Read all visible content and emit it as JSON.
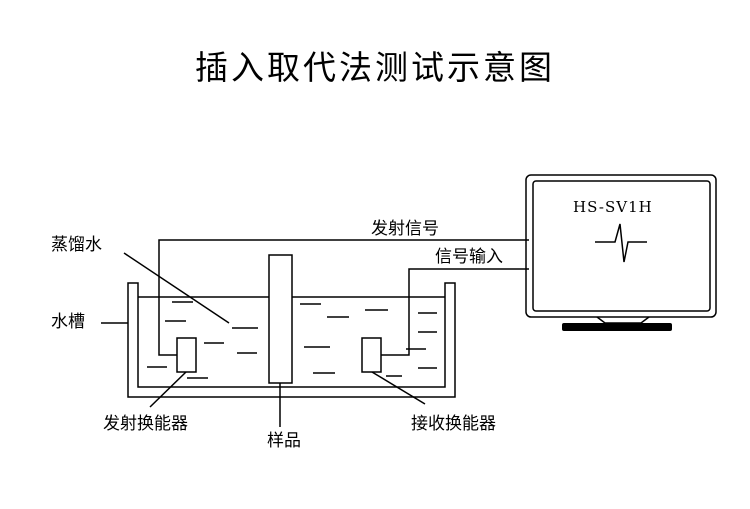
{
  "diagram": {
    "title": "插入取代法测试示意图",
    "labels": {
      "distilled_water": "蒸馏水",
      "water_tank": "水槽",
      "transmit_transducer": "发射换能器",
      "sample": "样品",
      "receive_transducer": "接收换能器",
      "transmit_signal": "发射信号",
      "signal_input": "信号输入"
    },
    "monitor": {
      "model": "HS-SV1H",
      "waveform": "pulse-waveform-icon"
    }
  }
}
